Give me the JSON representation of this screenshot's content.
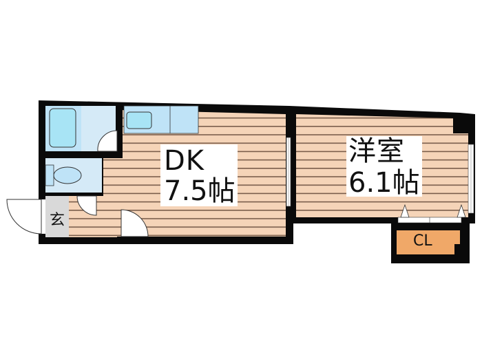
{
  "floor_plan": {
    "colors": {
      "wall": "#0a0a0a",
      "floor_wood": "#f5d4b8",
      "floor_line": "#5a4030",
      "wet_area": "#d5eaf7",
      "fixture": "#a8e4f5",
      "closet": "#f0a868",
      "genkan": "#d9d9d9"
    },
    "rooms": [
      {
        "id": "dk",
        "title": "DK",
        "size": "7.5帖"
      },
      {
        "id": "western",
        "title": "洋室",
        "size": "6.1帖"
      },
      {
        "id": "closet",
        "title": "CL"
      },
      {
        "id": "entrance",
        "title": "玄"
      }
    ],
    "fixtures": [
      "bathtub",
      "washroom",
      "toilet",
      "kitchen-sink",
      "kitchen-counter"
    ]
  }
}
